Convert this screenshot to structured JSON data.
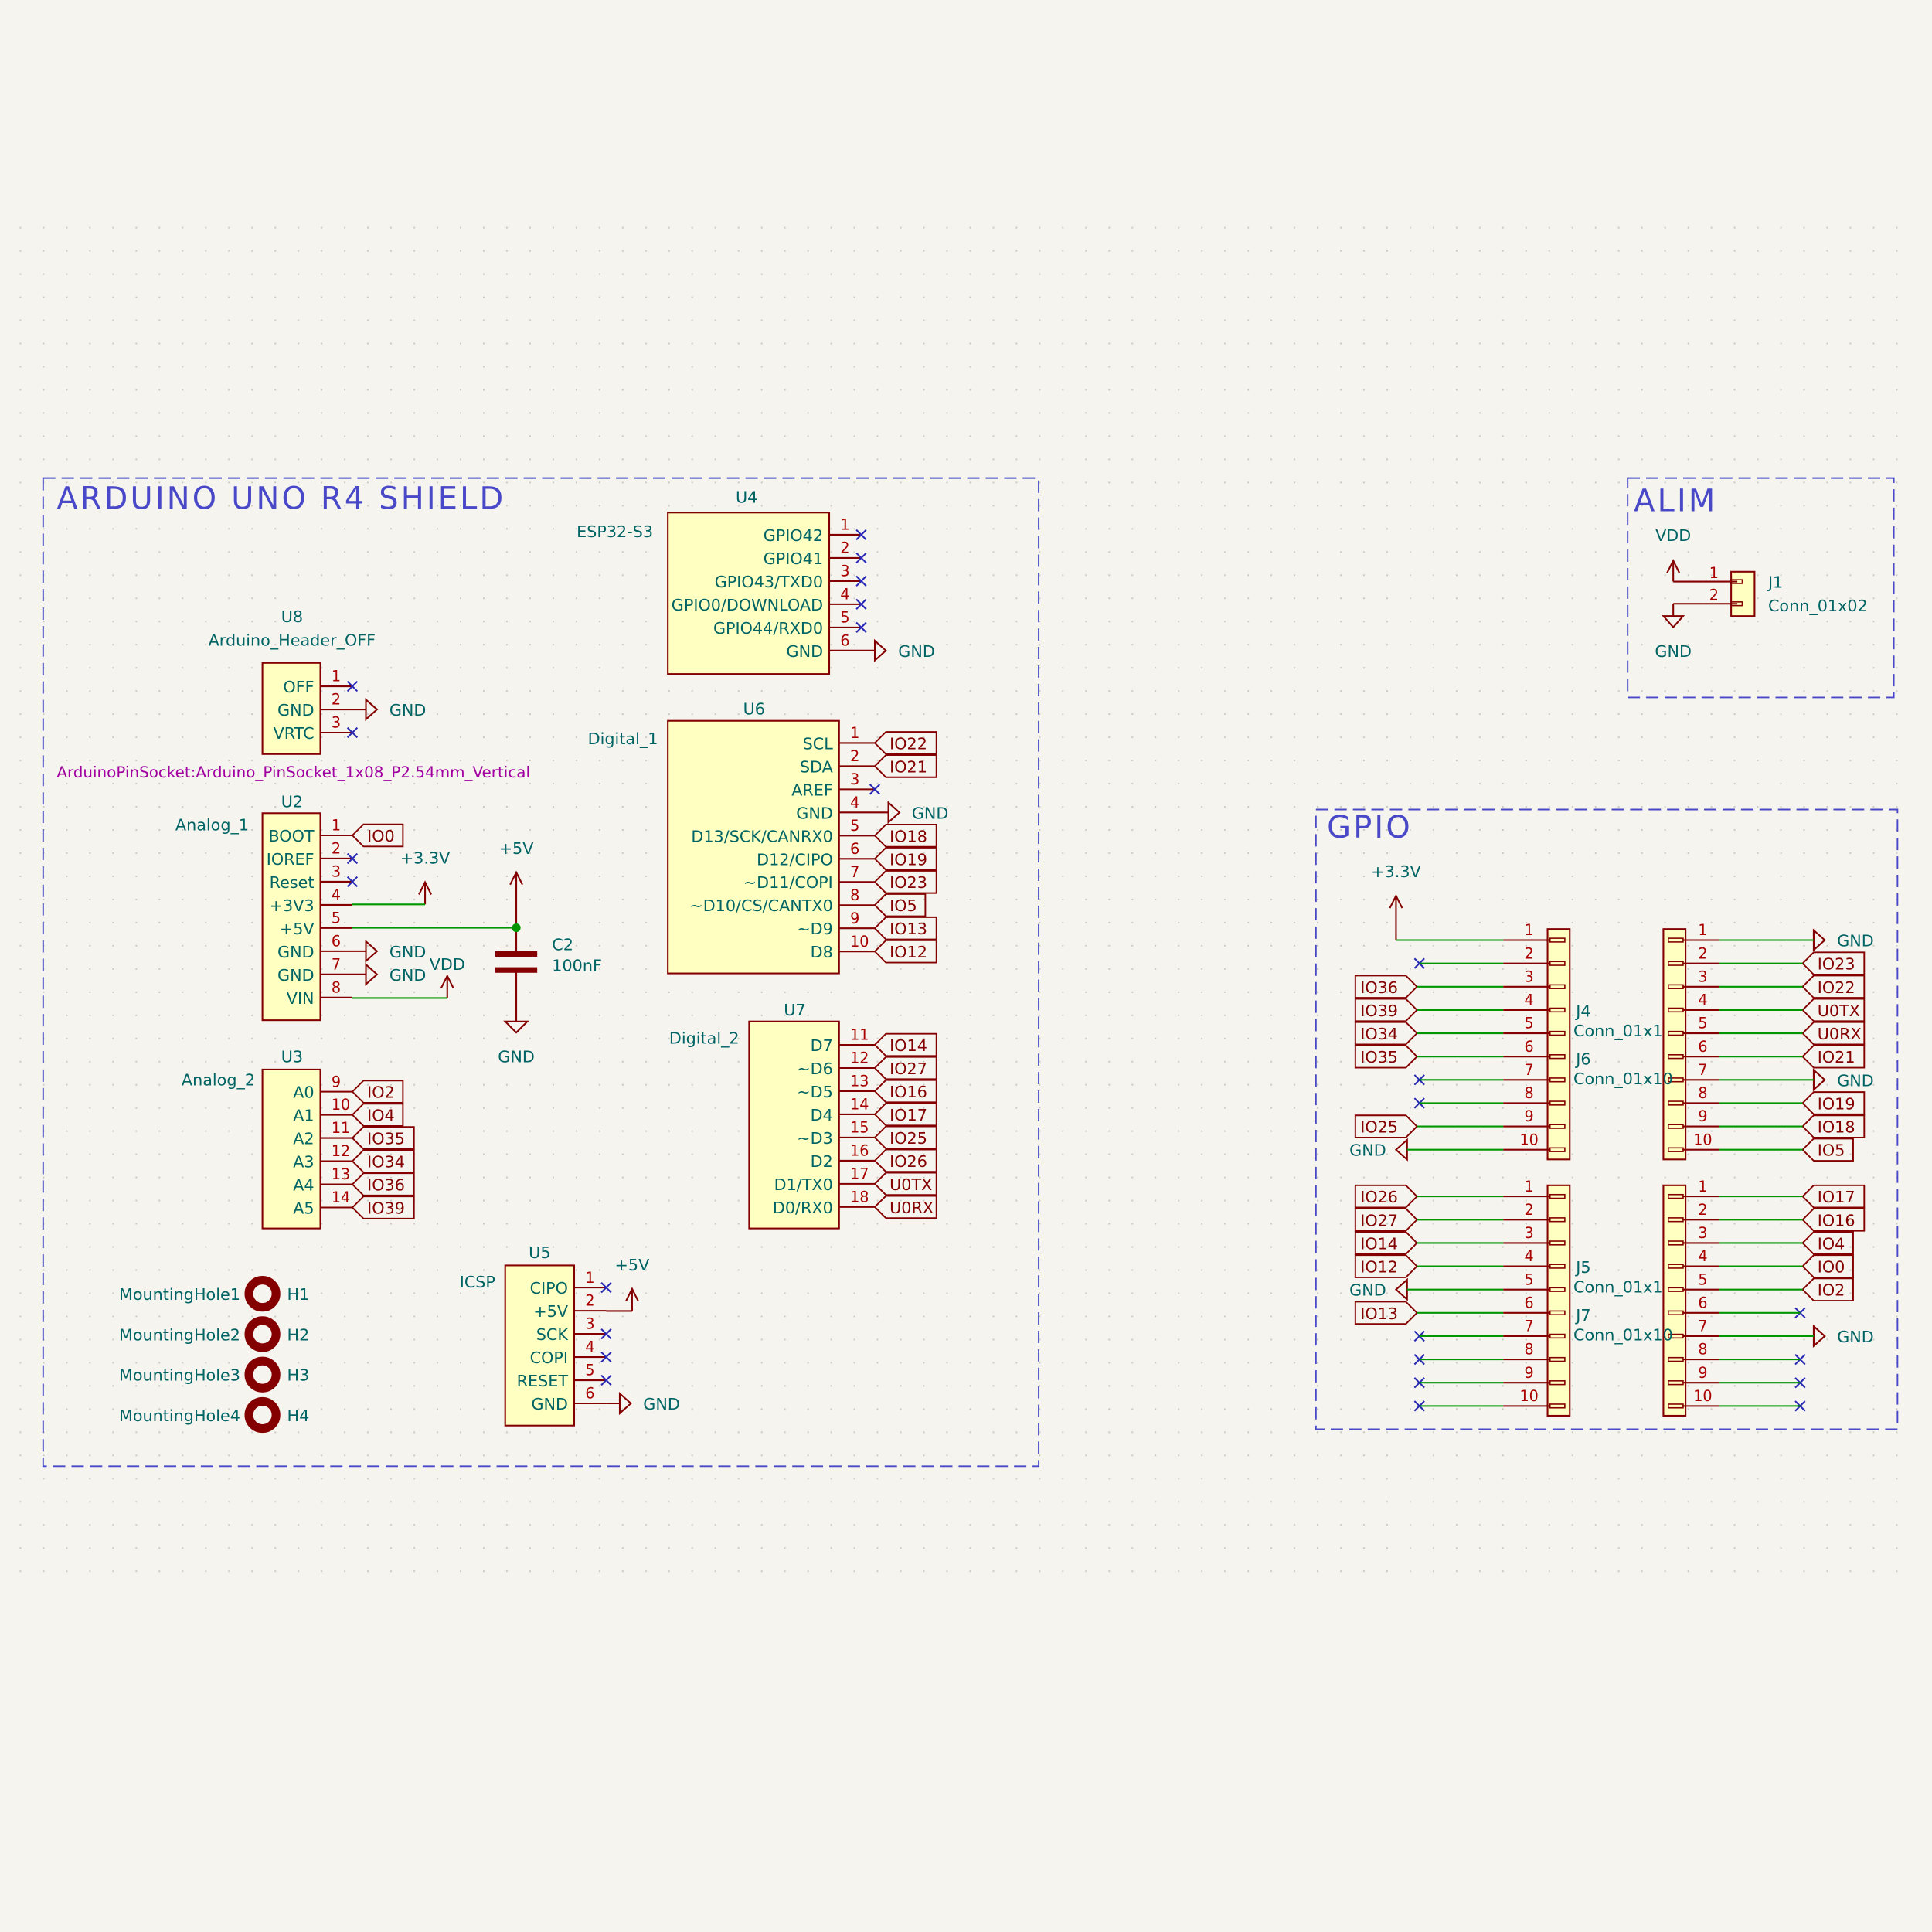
{
  "frames": {
    "shield": "ARDUINO UNO R4 SHIELD",
    "alim": "ALIM",
    "gpio": "GPIO"
  },
  "power": {
    "p5v": "+5V",
    "p33": "+3.3V",
    "vdd": "VDD",
    "gnd": "GND"
  },
  "symbols": {
    "U4": {
      "ref": "U4",
      "value": "ESP32-S3",
      "pins": [
        {
          "num": "1",
          "name": "GPIO42",
          "net": {
            "type": "nc"
          }
        },
        {
          "num": "2",
          "name": "GPIO41",
          "net": {
            "type": "nc"
          }
        },
        {
          "num": "3",
          "name": "GPIO43/TXD0",
          "net": {
            "type": "nc"
          }
        },
        {
          "num": "4",
          "name": "GPIO0/DOWNLOAD",
          "net": {
            "type": "nc"
          }
        },
        {
          "num": "5",
          "name": "GPIO44/RXD0",
          "net": {
            "type": "nc"
          }
        },
        {
          "num": "6",
          "name": "GND",
          "net": {
            "type": "gnd",
            "text": "GND"
          }
        }
      ]
    },
    "U8": {
      "ref": "U8",
      "value": "Arduino_Header_OFF",
      "footprint": "ArduinoPinSocket:Arduino_PinSocket_1x08_P2.54mm_Vertical",
      "pins": [
        {
          "num": "1",
          "name": "OFF",
          "net": {
            "type": "nc"
          }
        },
        {
          "num": "2",
          "name": "GND",
          "net": {
            "type": "gnd",
            "text": "GND"
          }
        },
        {
          "num": "3",
          "name": "VRTC",
          "net": {
            "type": "nc"
          }
        }
      ]
    },
    "U2": {
      "ref": "U2",
      "value": "Analog_1",
      "pins": [
        {
          "num": "1",
          "name": "BOOT",
          "net": {
            "type": "label",
            "text": "IO0"
          }
        },
        {
          "num": "2",
          "name": "IOREF",
          "net": {
            "type": "nc"
          }
        },
        {
          "num": "3",
          "name": "Reset",
          "net": {
            "type": "nc"
          }
        },
        {
          "num": "4",
          "name": "+3V3",
          "net": {
            "type": "wire"
          }
        },
        {
          "num": "5",
          "name": "+5V",
          "net": {
            "type": "wire"
          }
        },
        {
          "num": "6",
          "name": "GND",
          "net": {
            "type": "gnd",
            "text": "GND"
          }
        },
        {
          "num": "7",
          "name": "GND",
          "net": {
            "type": "gnd",
            "text": "GND"
          }
        },
        {
          "num": "8",
          "name": "VIN",
          "net": {
            "type": "wire"
          }
        }
      ]
    },
    "U3": {
      "ref": "U3",
      "value": "Analog_2",
      "pins": [
        {
          "num": "9",
          "name": "A0",
          "net": {
            "type": "label",
            "text": "IO2"
          }
        },
        {
          "num": "10",
          "name": "A1",
          "net": {
            "type": "label",
            "text": "IO4"
          }
        },
        {
          "num": "11",
          "name": "A2",
          "net": {
            "type": "label",
            "text": "IO35"
          }
        },
        {
          "num": "12",
          "name": "A3",
          "net": {
            "type": "label",
            "text": "IO34"
          }
        },
        {
          "num": "13",
          "name": "A4",
          "net": {
            "type": "label",
            "text": "IO36"
          }
        },
        {
          "num": "14",
          "name": "A5",
          "net": {
            "type": "label",
            "text": "IO39"
          }
        }
      ]
    },
    "U6": {
      "ref": "U6",
      "value": "Digital_1",
      "pins": [
        {
          "num": "1",
          "name": "SCL",
          "net": {
            "type": "label",
            "text": "IO22"
          }
        },
        {
          "num": "2",
          "name": "SDA",
          "net": {
            "type": "label",
            "text": "IO21"
          }
        },
        {
          "num": "3",
          "name": "AREF",
          "net": {
            "type": "nc"
          }
        },
        {
          "num": "4",
          "name": "GND",
          "net": {
            "type": "gnd",
            "text": "GND"
          }
        },
        {
          "num": "5",
          "name": "D13/SCK/CANRX0",
          "net": {
            "type": "label",
            "text": "IO18"
          }
        },
        {
          "num": "6",
          "name": "D12/CIPO",
          "net": {
            "type": "label",
            "text": "IO19"
          }
        },
        {
          "num": "7",
          "name": "~D11/COPI",
          "net": {
            "type": "label",
            "text": "IO23"
          }
        },
        {
          "num": "8",
          "name": "~D10/CS/CANTX0",
          "net": {
            "type": "label",
            "text": "IO5"
          }
        },
        {
          "num": "9",
          "name": "~D9",
          "net": {
            "type": "label",
            "text": "IO13"
          }
        },
        {
          "num": "10",
          "name": "D8",
          "net": {
            "type": "label",
            "text": "IO12"
          }
        }
      ]
    },
    "U7": {
      "ref": "U7",
      "value": "Digital_2",
      "pins": [
        {
          "num": "11",
          "name": "D7",
          "net": {
            "type": "label",
            "text": "IO14"
          }
        },
        {
          "num": "12",
          "name": "~D6",
          "net": {
            "type": "label",
            "text": "IO27"
          }
        },
        {
          "num": "13",
          "name": "~D5",
          "net": {
            "type": "label",
            "text": "IO16"
          }
        },
        {
          "num": "14",
          "name": "D4",
          "net": {
            "type": "label",
            "text": "IO17"
          }
        },
        {
          "num": "15",
          "name": "~D3",
          "net": {
            "type": "label",
            "text": "IO25"
          }
        },
        {
          "num": "16",
          "name": "D2",
          "net": {
            "type": "label",
            "text": "IO26"
          }
        },
        {
          "num": "17",
          "name": "D1/TX0",
          "net": {
            "type": "label",
            "text": "U0TX"
          }
        },
        {
          "num": "18",
          "name": "D0/RX0",
          "net": {
            "type": "label",
            "text": "U0RX"
          }
        }
      ]
    },
    "U5": {
      "ref": "U5",
      "value": "ICSP",
      "pins": [
        {
          "num": "1",
          "name": "CIPO",
          "net": {
            "type": "nc"
          }
        },
        {
          "num": "2",
          "name": "+5V",
          "net": {
            "type": "wire"
          }
        },
        {
          "num": "3",
          "name": "SCK",
          "net": {
            "type": "nc"
          }
        },
        {
          "num": "4",
          "name": "COPI",
          "net": {
            "type": "nc"
          }
        },
        {
          "num": "5",
          "name": "RESET",
          "net": {
            "type": "nc"
          }
        },
        {
          "num": "6",
          "name": "GND",
          "net": {
            "type": "gnd",
            "text": "GND"
          }
        }
      ]
    }
  },
  "capacitor": {
    "ref": "C2",
    "value": "100nF"
  },
  "mounting_holes": [
    {
      "value": "MountingHole1",
      "ref": "H1"
    },
    {
      "value": "MountingHole2",
      "ref": "H2"
    },
    {
      "value": "MountingHole3",
      "ref": "H3"
    },
    {
      "value": "MountingHole4",
      "ref": "H4"
    }
  ],
  "connectors": {
    "J1": {
      "ref": "J1",
      "value": "Conn_01x02",
      "pins": [
        "1",
        "2"
      ]
    },
    "J4": {
      "ref": "J4",
      "value": "Conn_01x10",
      "nets": [
        {
          "type": "wire"
        },
        {
          "type": "nc"
        },
        {
          "type": "label",
          "text": "IO36"
        },
        {
          "type": "label",
          "text": "IO39"
        },
        {
          "type": "label",
          "text": "IO34"
        },
        {
          "type": "label",
          "text": "IO35"
        },
        {
          "type": "nc"
        },
        {
          "type": "nc"
        },
        {
          "type": "label",
          "text": "IO25"
        },
        {
          "type": "gnd",
          "text": "GND"
        }
      ]
    },
    "J6": {
      "ref": "J6",
      "value": "Conn_01x10",
      "nets": [
        {
          "type": "gnd",
          "text": "GND"
        },
        {
          "type": "label",
          "text": "IO23"
        },
        {
          "type": "label",
          "text": "IO22"
        },
        {
          "type": "label",
          "text": "U0TX"
        },
        {
          "type": "label",
          "text": "U0RX"
        },
        {
          "type": "label",
          "text": "IO21"
        },
        {
          "type": "gnd",
          "text": "GND"
        },
        {
          "type": "label",
          "text": "IO19"
        },
        {
          "type": "label",
          "text": "IO18"
        },
        {
          "type": "label",
          "text": "IO5"
        }
      ]
    },
    "J5": {
      "ref": "J5",
      "value": "Conn_01x10",
      "nets": [
        {
          "type": "label",
          "text": "IO26"
        },
        {
          "type": "label",
          "text": "IO27"
        },
        {
          "type": "label",
          "text": "IO14"
        },
        {
          "type": "label",
          "text": "IO12"
        },
        {
          "type": "gnd",
          "text": "GND"
        },
        {
          "type": "label",
          "text": "IO13"
        },
        {
          "type": "nc"
        },
        {
          "type": "nc"
        },
        {
          "type": "nc"
        },
        {
          "type": "nc"
        }
      ]
    },
    "J7": {
      "ref": "J7",
      "value": "Conn_01x10",
      "nets": [
        {
          "type": "label",
          "text": "IO17"
        },
        {
          "type": "label",
          "text": "IO16"
        },
        {
          "type": "label",
          "text": "IO4"
        },
        {
          "type": "label",
          "text": "IO0"
        },
        {
          "type": "label",
          "text": "IO2"
        },
        {
          "type": "nc"
        },
        {
          "type": "gnd",
          "text": "GND"
        },
        {
          "type": "nc"
        },
        {
          "type": "nc"
        },
        {
          "type": "nc"
        }
      ]
    }
  },
  "pin_numbers_10": [
    "1",
    "2",
    "3",
    "4",
    "5",
    "6",
    "7",
    "8",
    "9",
    "10"
  ]
}
